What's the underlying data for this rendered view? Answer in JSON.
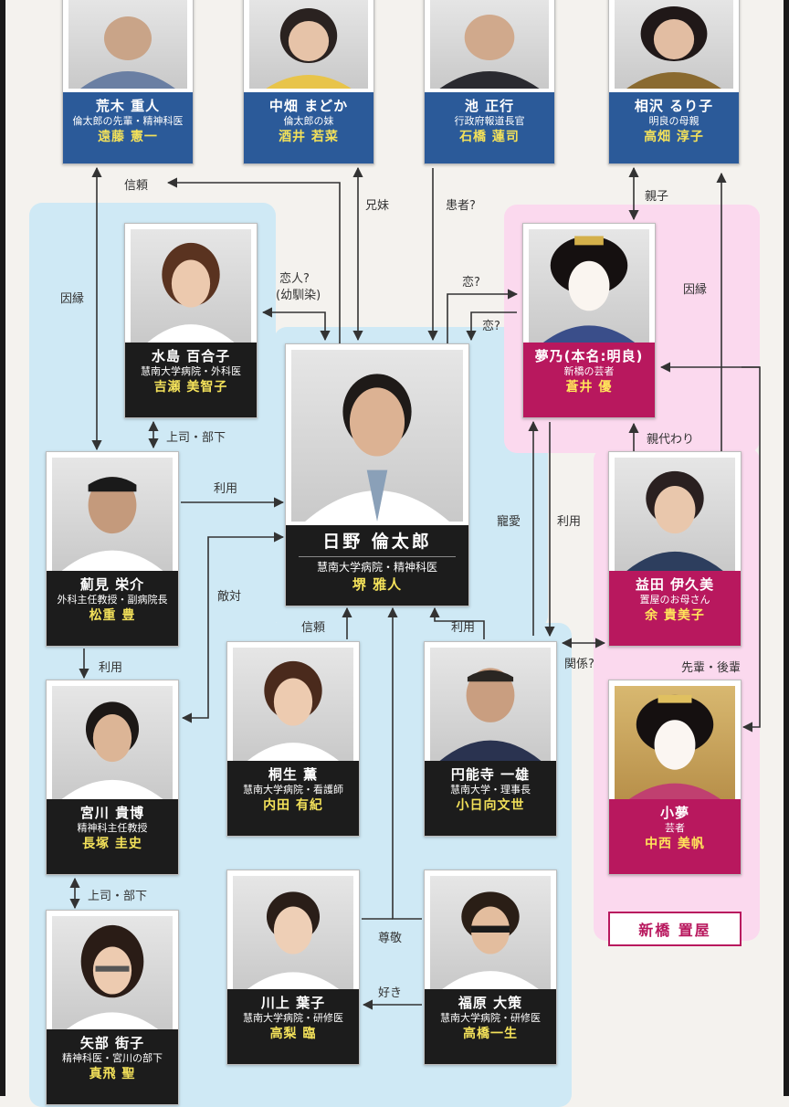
{
  "colors": {
    "blue_label": "#2b5a99",
    "dark_label": "#1c1c1c",
    "pink_label": "#b8185e",
    "actor_text": "#f3e15a",
    "blue_region": "#cfe9f5",
    "pink_region": "#fbd9ee"
  },
  "characters": {
    "araki": {
      "name": "荒木 重人",
      "role": "倫太郎の先輩・精神科医",
      "actor": "遠藤 憲一"
    },
    "nakahata": {
      "name": "中畑 まどか",
      "role": "倫太郎の妹",
      "actor": "酒井 若菜"
    },
    "ike": {
      "name": "池 正行",
      "role": "行政府報道長官",
      "actor": "石橋 蓮司"
    },
    "aizawa": {
      "name": "相沢 るり子",
      "role": "明良の母親",
      "actor": "高畑 淳子"
    },
    "mizushima": {
      "name": "水島 百合子",
      "role": "慧南大学病院・外科医",
      "actor": "吉瀬 美智子"
    },
    "hino": {
      "name": "日野 倫太郎",
      "role": "慧南大学病院・精神科医",
      "actor": "堺 雅人"
    },
    "yume": {
      "name": "夢乃(本名:明良)",
      "role": "新橋の芸者",
      "actor": "蒼井 優"
    },
    "kemi": {
      "name": "薊見 栄介",
      "role": "外科主任教授・副病院長",
      "actor": "松重 豊"
    },
    "masuda": {
      "name": "益田 伊久美",
      "role": "置屋のお母さん",
      "actor": "余 貴美子"
    },
    "miyagawa": {
      "name": "宮川 貴博",
      "role": "精神科主任教授",
      "actor": "長塚 圭史"
    },
    "kiryu": {
      "name": "桐生 薫",
      "role": "慧南大学病院・看護師",
      "actor": "内田 有紀"
    },
    "ennoji": {
      "name": "円能寺 一雄",
      "role": "慧南大学・理事長",
      "actor": "小日向文世"
    },
    "koyume": {
      "name": "小夢",
      "role": "芸者",
      "actor": "中西 美帆"
    },
    "yabe": {
      "name": "矢部 街子",
      "role": "精神科医・宮川の部下",
      "actor": "真飛 聖"
    },
    "kawakami": {
      "name": "川上 葉子",
      "role": "慧南大学病院・研修医",
      "actor": "高梨 臨"
    },
    "fukuhara": {
      "name": "福原 大策",
      "role": "慧南大学病院・研修医",
      "actor": "高橋一生"
    }
  },
  "relations": {
    "shinrai_top": "信頼",
    "kyodai": "兄妹",
    "kanja": "患者?",
    "oyako": "親子",
    "innen_left": "因縁",
    "koibito": "恋人?",
    "osananajimi": "(幼馴染)",
    "koi1": "恋?",
    "koi2": "恋?",
    "innen_right": "因縁",
    "joshi_buka1": "上司・部下",
    "oyagawari": "親代わり",
    "riyo1": "利用",
    "choai": "寵愛",
    "riyo2": "利用",
    "tekitai": "敵対",
    "shinrai": "信頼",
    "riyo3": "利用",
    "kankei": "関係?",
    "senpai_kohai": "先輩・後輩",
    "riyo4": "利用",
    "joshi_buka2": "上司・部下",
    "sonkei": "尊敬",
    "suki": "好き"
  },
  "group_label": "新橋 置屋"
}
